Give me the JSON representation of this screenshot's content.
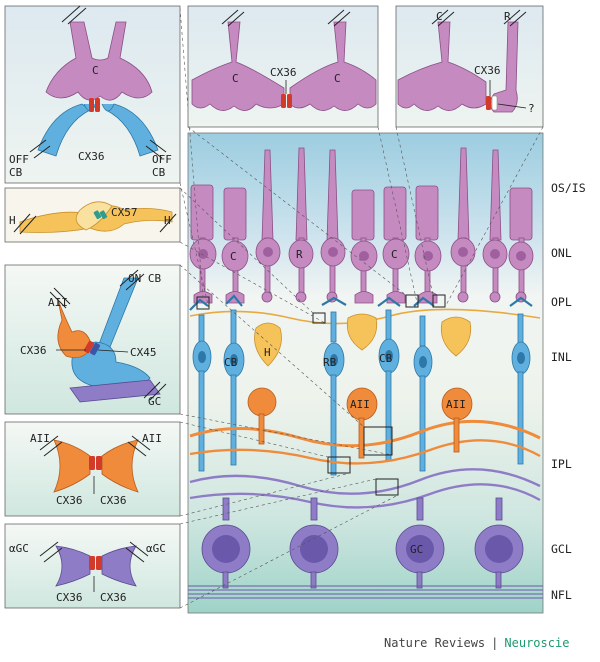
{
  "colors": {
    "cone": "#c58ac0",
    "rod": "#c58ac0",
    "bipolar": "#5fb0de",
    "horizontal": "#f6c25a",
    "amacrine": "#ef8b3a",
    "ganglion": "#8f7cc6",
    "connexin": "#d23a2a",
    "cx57": "#2f9c8c",
    "cx45": "#3a56a8",
    "accent": "#1f9a6e"
  },
  "layers": [
    {
      "key": "os_is",
      "label": "OS/IS"
    },
    {
      "key": "onl",
      "label": "ONL"
    },
    {
      "key": "opl",
      "label": "OPL"
    },
    {
      "key": "inl",
      "label": "INL"
    },
    {
      "key": "ipl",
      "label": "IPL"
    },
    {
      "key": "gcl",
      "label": "GCL"
    },
    {
      "key": "nfl",
      "label": "NFL"
    }
  ],
  "cell_labels": {
    "cone": "C",
    "rod": "R",
    "bipolar": "CB",
    "horizontal": "H",
    "rod_bipolar": "RB",
    "amacrine": "AII",
    "ganglion": "GC"
  },
  "panels": {
    "cone_offcb": {
      "cone": "C",
      "left": "OFF CB",
      "left_l1": "OFF",
      "left_l2": "CB",
      "right_l1": "OFF",
      "right_l2": "CB",
      "connexin": "CX36"
    },
    "horizontal": {
      "left": "H",
      "right": "H",
      "connexin": "CX57"
    },
    "aii_oncb": {
      "aii": "AII",
      "oncb": "ON CB",
      "gc": "GC",
      "cx_left": "CX36",
      "cx_right": "CX45"
    },
    "aii_aii": {
      "left": "AII",
      "right": "AII",
      "cx_left": "CX36",
      "cx_right": "CX36"
    },
    "agc_agc": {
      "left": "αGC",
      "right": "αGC",
      "cx_left": "CX36",
      "cx_right": "CX36"
    },
    "cone_cone": {
      "left": "C",
      "right": "C",
      "connexin": "CX36"
    },
    "cone_rod": {
      "left": "C",
      "right": "R",
      "connexin": "CX36",
      "unknown": "?"
    }
  },
  "footer": {
    "journal": "Nature Reviews",
    "separator": "|",
    "section": "Neuroscie"
  }
}
